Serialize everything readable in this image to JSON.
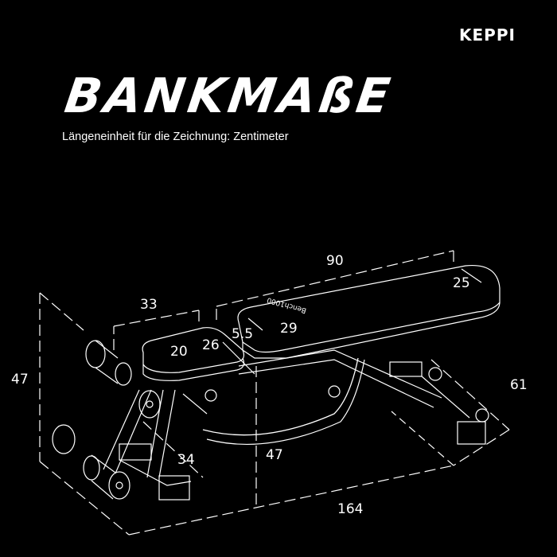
{
  "brand": "KEPPI",
  "title": "BANKMAßE",
  "subtitle": "Längeneinheit für die Zeichnung: Zentimeter",
  "model_label": "Bench1000",
  "colors": {
    "background": "#000000",
    "line": "#ffffff"
  },
  "dimensions": {
    "height_total": "47",
    "leg_pad_length": "33",
    "seat_width": "20",
    "seat_length": "26",
    "gap": "5.5",
    "backrest_width": "29",
    "backrest_length": "90",
    "backrest_end_width": "25",
    "seat_height": "47",
    "front_foot": "34",
    "total_width": "61",
    "total_length": "164"
  }
}
